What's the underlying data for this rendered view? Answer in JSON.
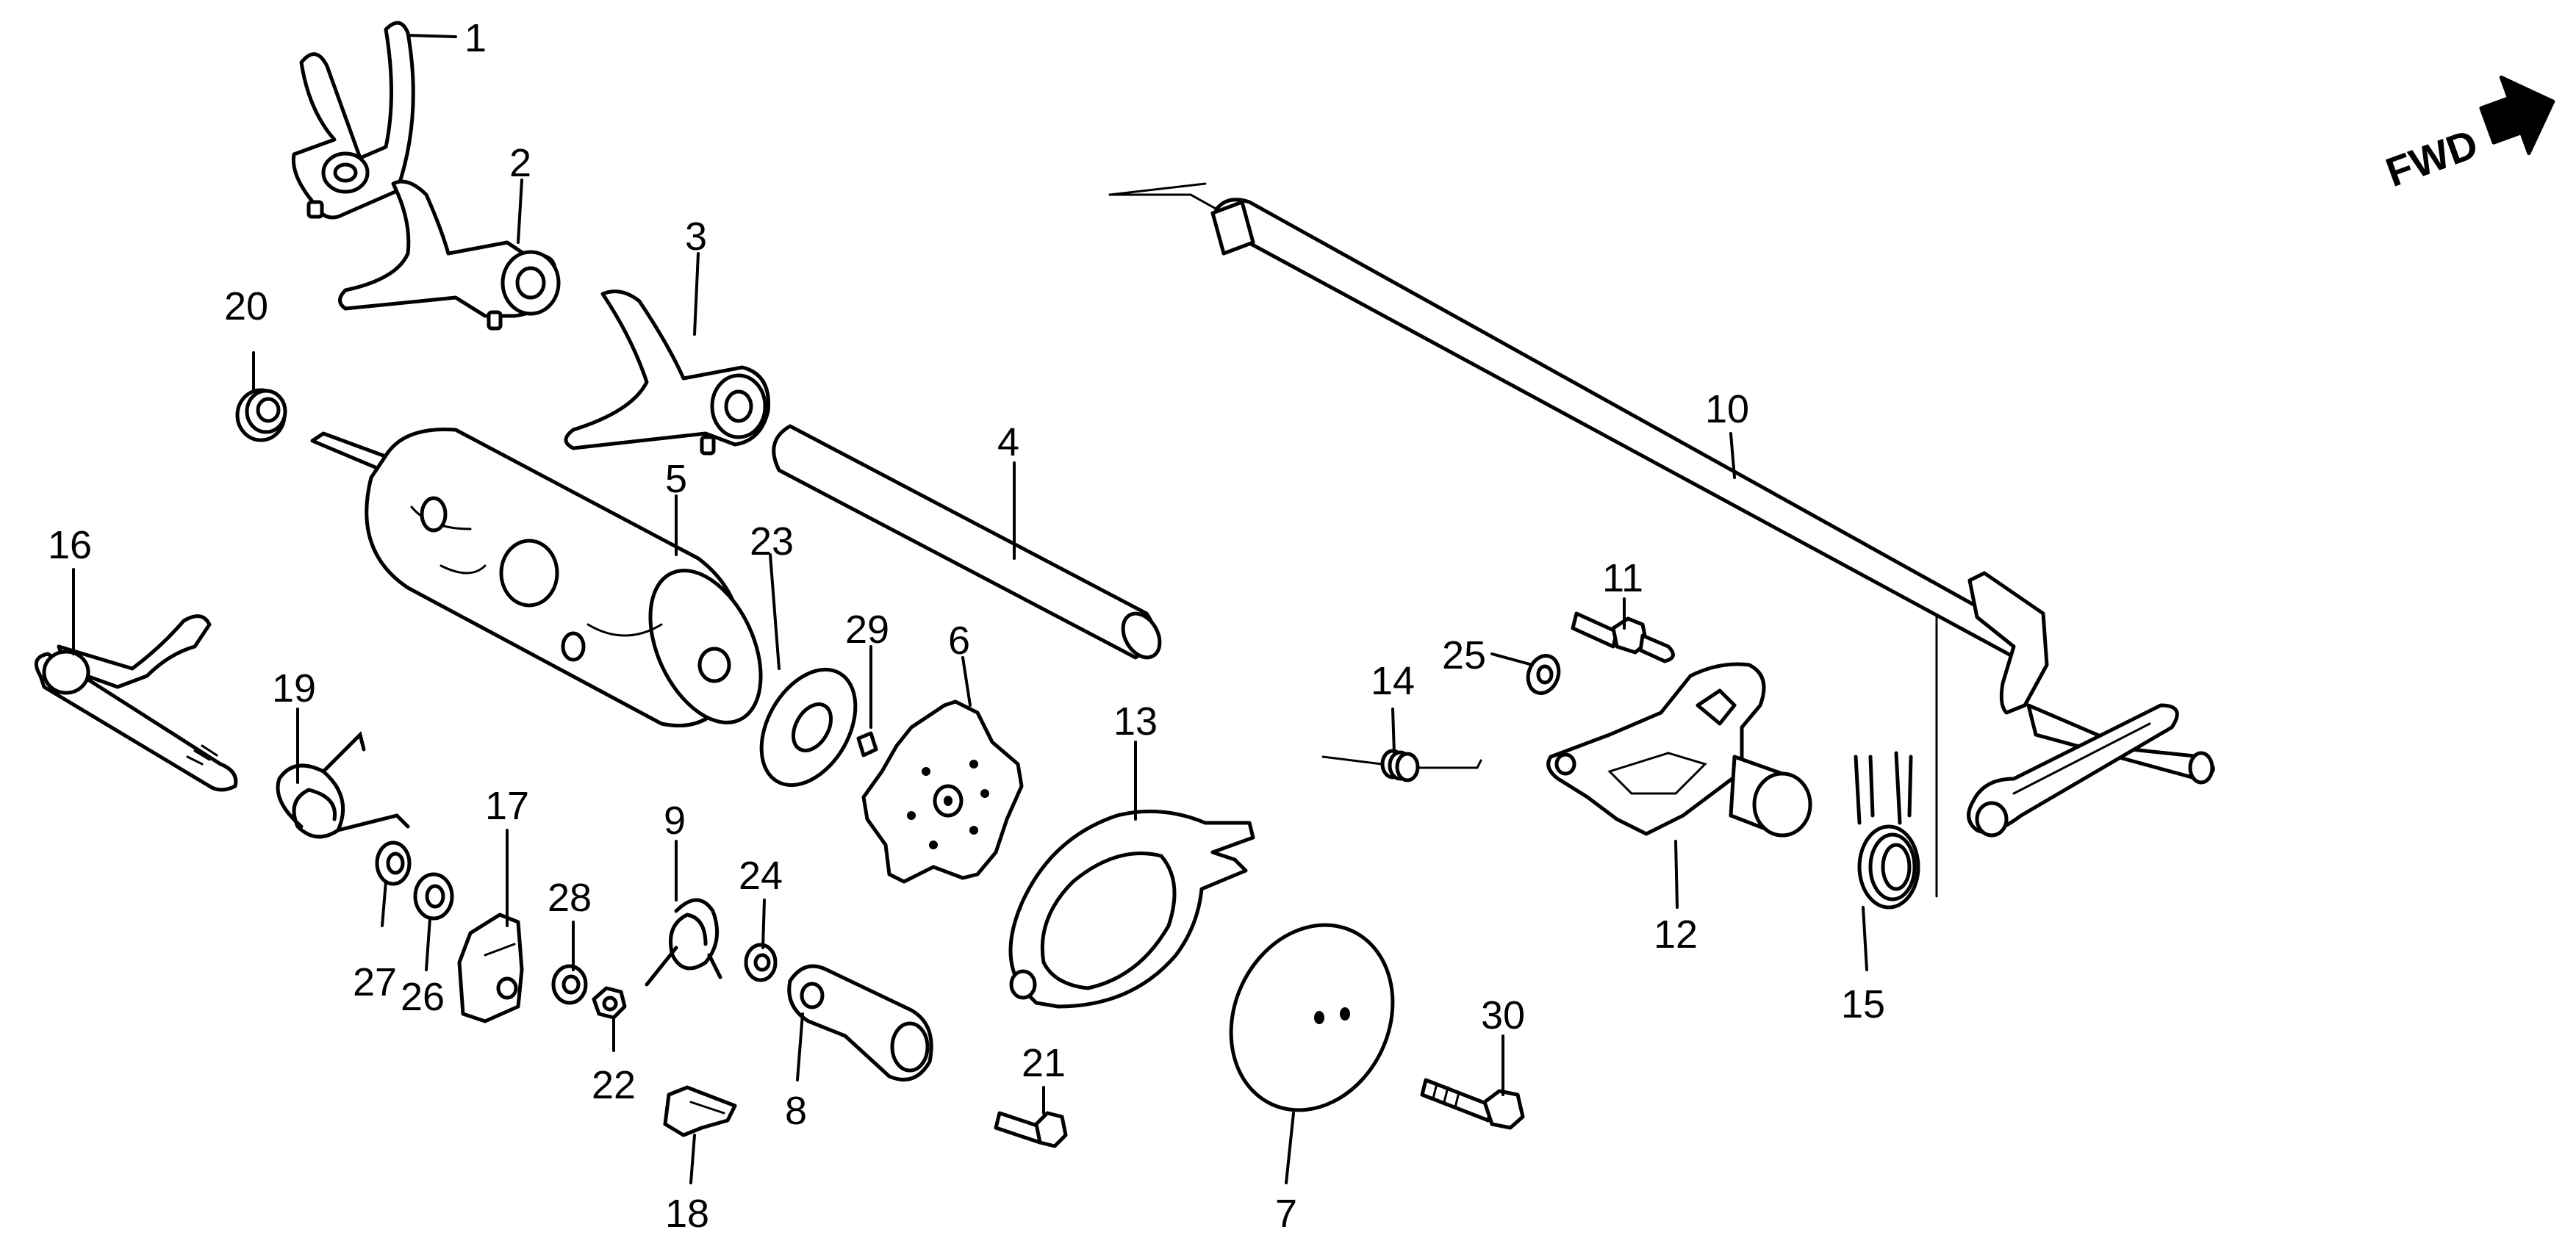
{
  "direction_label": "FWD",
  "callouts": {
    "n1": "1",
    "n2": "2",
    "n3": "3",
    "n4": "4",
    "n5": "5",
    "n6": "6",
    "n7": "7",
    "n8": "8",
    "n9": "9",
    "n10": "10",
    "n11": "11",
    "n12": "12",
    "n13": "13",
    "n14": "14",
    "n15": "15",
    "n16": "16",
    "n17": "17",
    "n18": "18",
    "n19": "19",
    "n20": "20",
    "n21": "21",
    "n22": "22",
    "n23": "23",
    "n24": "24",
    "n25": "25",
    "n26": "26",
    "n27": "27",
    "n28": "28",
    "n29": "29",
    "n30": "30"
  },
  "colors": {
    "line": "#000000",
    "background": "#ffffff"
  }
}
